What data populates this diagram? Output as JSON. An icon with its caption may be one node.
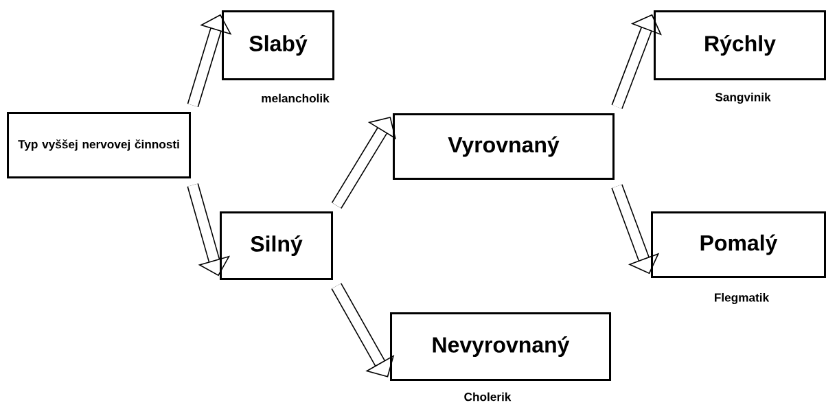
{
  "diagram": {
    "nodes": [
      {
        "text": [
          "Typ vyššej nervovej činnosti"
        ]
      },
      {
        "text": [
          "Slabý"
        ],
        "beside": [
          "melancholik"
        ]
      },
      {
        "text": [
          "Silný"
        ]
      },
      {
        "text": [
          "Vyrovnaný"
        ]
      },
      {
        "text": [
          "Nevyrovnaný"
        ],
        "beside": [
          "Cholerik"
        ]
      },
      {
        "text": [
          "Rýchly"
        ],
        "beside": [
          "Sangvinik"
        ]
      },
      {
        "text": [
          "Pomalý"
        ],
        "beside": [
          "Flegmatik"
        ]
      }
    ],
    "edges": [
      {
        "from": 0,
        "to": 1,
        "arrow": "to"
      },
      {
        "from": 0,
        "to": 2,
        "arrow": "to"
      },
      {
        "from": 2,
        "to": 3,
        "arrow": "to"
      },
      {
        "from": 2,
        "to": 4,
        "arrow": "to"
      },
      {
        "from": 3,
        "to": 5,
        "arrow": "to"
      },
      {
        "from": 3,
        "to": 6,
        "arrow": "to"
      }
    ]
  }
}
